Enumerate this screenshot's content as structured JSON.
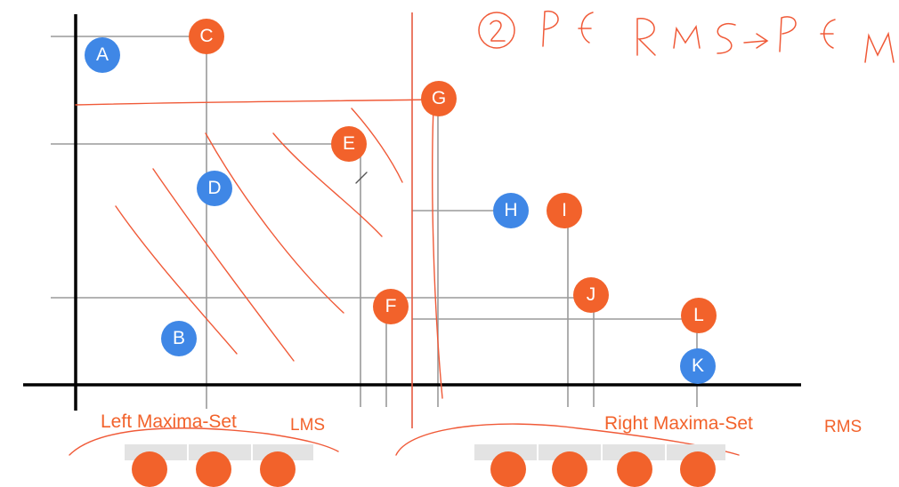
{
  "colors": {
    "blue": "#3f87e6",
    "orange": "#f2622b",
    "gridline": "#9a9a9a",
    "axis": "#000000",
    "ink": "#f05a38"
  },
  "handwriting": {
    "note": "②P∈RMS→P∈M"
  },
  "points": [
    {
      "id": "A",
      "color": "blue"
    },
    {
      "id": "B",
      "color": "blue"
    },
    {
      "id": "C",
      "color": "orange"
    },
    {
      "id": "D",
      "color": "blue"
    },
    {
      "id": "E",
      "color": "orange"
    },
    {
      "id": "F",
      "color": "orange"
    },
    {
      "id": "G",
      "color": "orange"
    },
    {
      "id": "H",
      "color": "blue"
    },
    {
      "id": "I",
      "color": "orange"
    },
    {
      "id": "J",
      "color": "orange"
    },
    {
      "id": "K",
      "color": "blue"
    },
    {
      "id": "L",
      "color": "orange"
    }
  ],
  "labels": {
    "left_set": "Left Maxima-Set",
    "lms": "LMS",
    "right_set": "Right Maxima-Set",
    "rms": "RMS"
  },
  "bottom_arrays": {
    "left_items": 3,
    "right_items": 4
  }
}
